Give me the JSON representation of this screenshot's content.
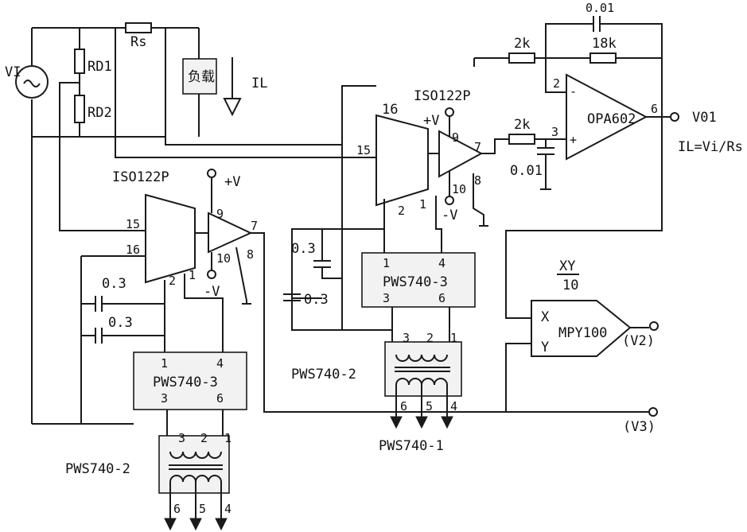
{
  "labels": {
    "vi": "VI",
    "rd1": "RD1",
    "rd2": "RD2",
    "rs": "Rs",
    "load": "负载",
    "il": "IL",
    "plus_v": "+V",
    "minus_v": "-V",
    "cap03": "0.3",
    "cap001": "0.01",
    "cap001b": "0.01",
    "r2k": "2k",
    "r18k": "18k",
    "minus": "-",
    "plus": "+",
    "v01": "V01",
    "formula": "IL=Vi/Rs",
    "xy": "XY",
    "ten": "10",
    "x": "X",
    "y": "Y",
    "v2": "(V2)",
    "v3": "(V3)"
  },
  "parts": {
    "iso_left": "ISO122P",
    "iso_right": "ISO122P",
    "pws3": "PWS740-3",
    "pws2": "PWS740-2",
    "pws1": "PWS740-1",
    "opa": "OPA602",
    "mpy": "MPY100"
  },
  "pins": {
    "p1": "1",
    "p2": "2",
    "p3": "3",
    "p4": "4",
    "p5": "5",
    "p6": "6",
    "p7": "7",
    "p8": "8",
    "p9": "9",
    "p10": "10",
    "p15": "15",
    "p16": "16"
  }
}
